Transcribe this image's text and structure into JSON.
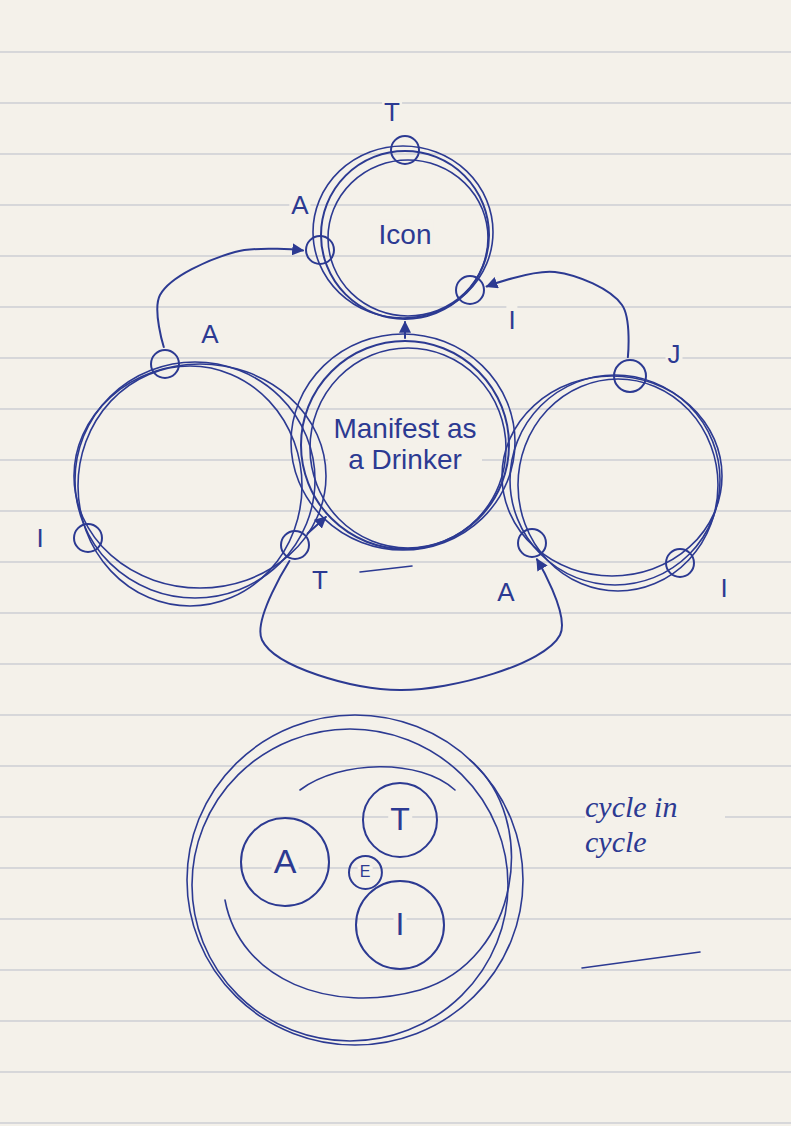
{
  "diagram": {
    "nodes": [
      {
        "text": [
          "Icon"
        ]
      },
      {
        "text": [
          "T"
        ],
        "in": 0
      },
      {
        "text": [
          "A"
        ],
        "in": 0
      },
      {
        "text": [
          "I"
        ],
        "in": 0
      },
      {
        "text": [
          "Manifest as a Drinker"
        ]
      },
      {
        "text": [
          "A"
        ]
      },
      {
        "text": [
          "I"
        ]
      },
      {
        "text": [
          "T"
        ]
      },
      {
        "text": [
          "J"
        ]
      },
      {
        "text": [
          "A"
        ]
      },
      {
        "text": [
          "I"
        ]
      },
      {
        "text": [
          "T"
        ]
      },
      {
        "text": [
          "A"
        ]
      },
      {
        "text": [
          "E"
        ]
      },
      {
        "text": [
          "I"
        ]
      }
    ],
    "edges": [
      {
        "from": 5,
        "to": 2,
        "arrow": "to"
      },
      {
        "from": 8,
        "to": 3,
        "arrow": "to"
      },
      {
        "from": 4,
        "to": 0,
        "arrow": "to"
      },
      {
        "from": 7,
        "to": 4,
        "arrow": "to"
      },
      {
        "from": 7,
        "to": 9,
        "arrow": "to"
      }
    ],
    "labels": [
      "cycle in cycle"
    ]
  }
}
